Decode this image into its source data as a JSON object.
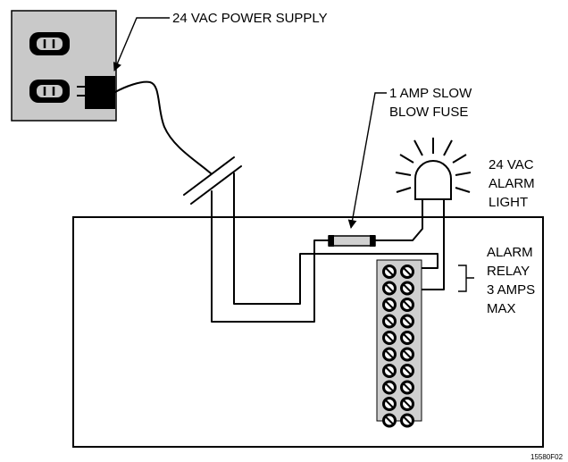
{
  "labels": {
    "power_supply": "24 VAC POWER SUPPLY",
    "fuse_line1": "1 AMP SLOW",
    "fuse_line2": "BLOW FUSE",
    "light_line1": "24 VAC",
    "light_line2": "ALARM",
    "light_line3": "LIGHT",
    "relay_line1": "ALARM",
    "relay_line2": "RELAY",
    "relay_line3": "3 AMPS",
    "relay_line4": "MAX",
    "figure_id": "15580F02"
  },
  "terminal_block": {
    "rows": 10,
    "columns": 2
  }
}
